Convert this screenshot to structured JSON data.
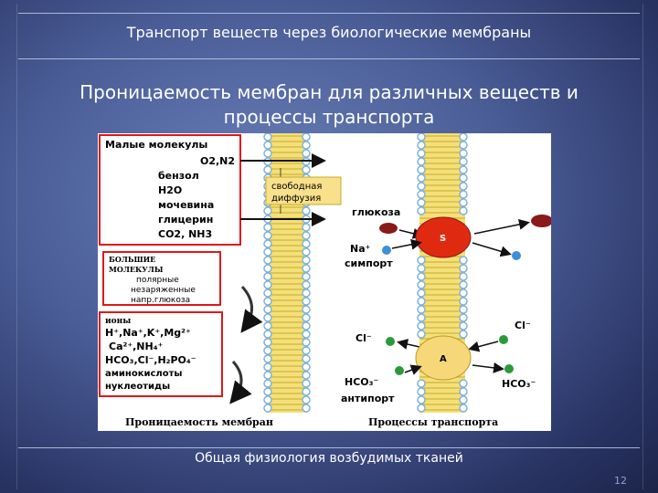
{
  "slide": {
    "header_title": "Транспорт веществ через биологические мембраны",
    "subtitle_line1": "Проницаемость мембран для различных веществ и",
    "subtitle_line2": "процессы транспорта",
    "footer_title": "Общая физиология возбудимых тканей",
    "page_number": "12"
  },
  "figure": {
    "small_molecules": {
      "title": "Малые молекулы",
      "o2n2": "O2,N2",
      "benzene": "бензол",
      "h2o": "H2O",
      "urea": "мочевина",
      "glycerol": "глицерин",
      "co2nh3": "CO2, NH3"
    },
    "free_diffusion": {
      "line1": "свободная",
      "line2": "диффузия"
    },
    "large_molecules": {
      "line1": "БОЛЬШИЕ",
      "line2": "МОЛЕКУЛЫ",
      "line3": "полярные",
      "line4": "незаряженные",
      "line5": "напр.глюкоза"
    },
    "ions": {
      "title": "ионы",
      "line1": "H⁺,Na⁺,K⁺,Mg²⁺",
      "line2": "Ca²⁺,NH₄⁺",
      "line3": "HCO₃,Cl⁻,H₂PO₄⁻",
      "line4": "аминокислоты",
      "line5": "нуклеотиды"
    },
    "symport": {
      "glucose": "глюкоза",
      "na": "Na⁺",
      "label": "симпорт",
      "carrier": "S"
    },
    "antiport": {
      "cl_left": "Cl⁻",
      "cl_right": "Cl⁻",
      "hco3_left": "HCO₃⁻",
      "hco3_right": "HCO₃⁻",
      "label": "антипорт",
      "carrier": "A"
    },
    "caption_left": "Проницаемость мембран",
    "caption_right": "Процессы транспорта",
    "colors": {
      "membrane_head": "#7fb3d9",
      "membrane_tail": "#f4e07a",
      "box_border": "#e01818",
      "symport_carrier": "#e02a10",
      "antiport_carrier": "#f7d878",
      "glucose_dot": "#8a1a1a",
      "ion_dot": "#3d8fd8"
    }
  }
}
